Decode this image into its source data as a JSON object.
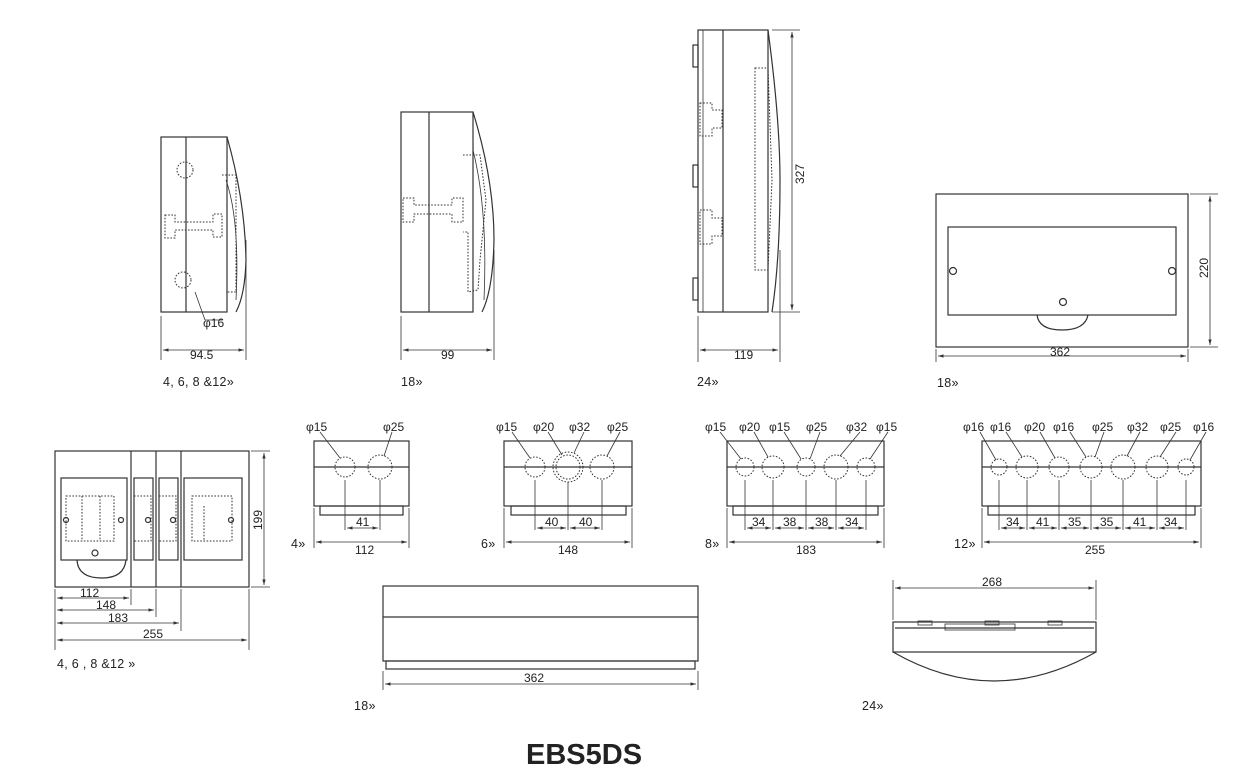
{
  "title": "EBS5DS",
  "side_views": {
    "small": {
      "dim_width": "94.5",
      "dim_hole": "φ16",
      "caption": "4, 6, 8 &12»"
    },
    "mid": {
      "dim_width": "99",
      "caption": "18»"
    },
    "tall": {
      "dim_width": "119",
      "dim_height": "327",
      "caption": "24»"
    }
  },
  "front_view_18": {
    "dim_width": "362",
    "dim_height": "220",
    "caption": "18»"
  },
  "front_view_multi": {
    "dim_height": "199",
    "widths": [
      "112",
      "148",
      "183",
      "255"
    ],
    "caption": "4, 6 , 8 &12 »"
  },
  "top_views": {
    "v4": {
      "caption": "4»",
      "total": "112",
      "holes": [
        "φ15",
        "φ25"
      ],
      "spacings": [
        "41"
      ]
    },
    "v6": {
      "caption": "6»",
      "total": "148",
      "holes": [
        "φ15",
        "φ20",
        "φ32",
        "φ25"
      ],
      "spacings": [
        "40",
        "40"
      ]
    },
    "v8": {
      "caption": "8»",
      "total": "183",
      "holes": [
        "φ15",
        "φ20",
        "φ15",
        "φ25",
        "φ32",
        "φ15"
      ],
      "spacings": [
        "34",
        "38",
        "38",
        "34"
      ]
    },
    "v12": {
      "caption": "12»",
      "total": "255",
      "holes": [
        "φ16",
        "φ16",
        "φ20",
        "φ16",
        "φ25",
        "φ32",
        "φ25",
        "φ16"
      ],
      "spacings": [
        "34",
        "41",
        "35",
        "35",
        "41",
        "34"
      ]
    }
  },
  "bottom_views": {
    "b18": {
      "caption": "18»",
      "dim_width": "362"
    },
    "b24": {
      "caption": "24»",
      "dim_width": "268"
    }
  }
}
